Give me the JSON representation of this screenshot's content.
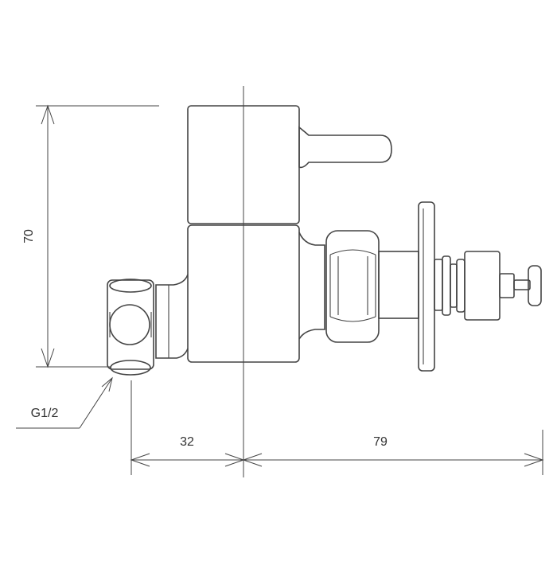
{
  "drawing": {
    "dimensions": {
      "height": "70",
      "left_width": "32",
      "right_width": "79"
    },
    "callout": "G1/2"
  },
  "colors": {
    "line": "#444444",
    "text": "#333333",
    "background": "#ffffff"
  }
}
